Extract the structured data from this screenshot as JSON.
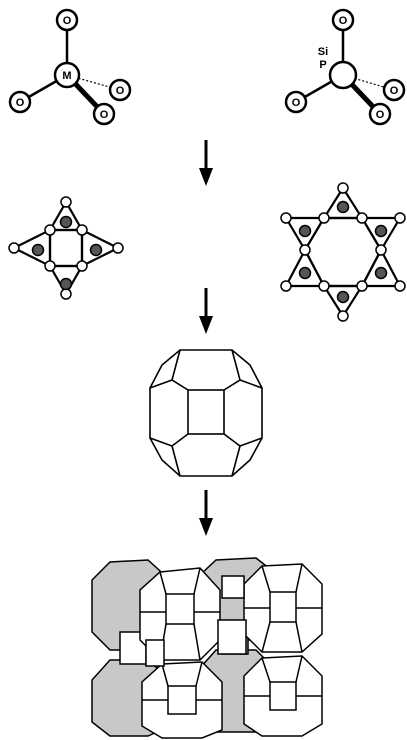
{
  "diagram": {
    "tetrahedron_left": {
      "center_label": "M",
      "oxygen_label": "O"
    },
    "tetrahedron_right": {
      "center_label_top": "Si",
      "center_label_bottom": "P",
      "oxygen_label": "O"
    }
  },
  "colors": {
    "stroke": "#000000",
    "fill_white": "#ffffff",
    "fill_gray": "#c8c8c8",
    "atom_dark": "#555555"
  }
}
